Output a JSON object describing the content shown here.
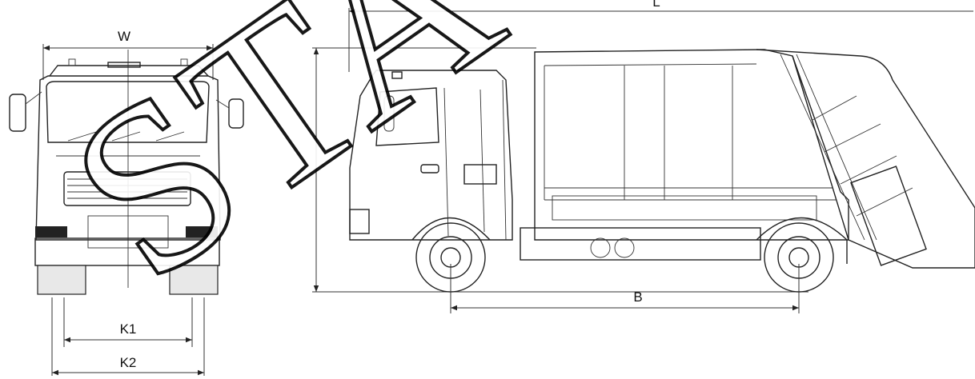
{
  "dimensions": {
    "width": "W",
    "length": "L",
    "wheelbase": "B",
    "track_front": "K1",
    "track_rear": "K2"
  },
  "watermark": "STAUTO",
  "colors": {
    "line": "#222222",
    "watermark": "#000000",
    "background": "#ffffff"
  }
}
